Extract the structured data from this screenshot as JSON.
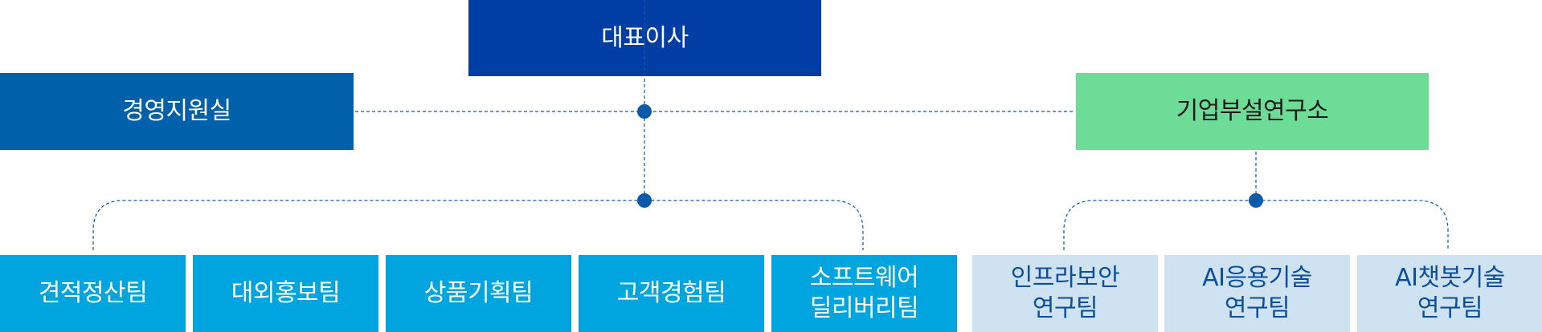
{
  "ceo": "대표이사",
  "support": "경영지원실",
  "lab": "기업부설연구소",
  "teams": [
    "견적정산팀",
    "대외홍보팀",
    "상품기획팀",
    "고객경험팀",
    "소프트웨어\n딜리버리팀"
  ],
  "research_teams": [
    "인프라보안\n연구팀",
    "AI응용기술\n연구팀",
    "AI챗봇기술\n연구팀"
  ],
  "colors": {
    "ceo": "#003da5",
    "support": "#0060a9",
    "lab": "#6ddc97",
    "team": "#00a5df",
    "research_team": "#cfe2f2",
    "connector": "#0a5aa8"
  }
}
